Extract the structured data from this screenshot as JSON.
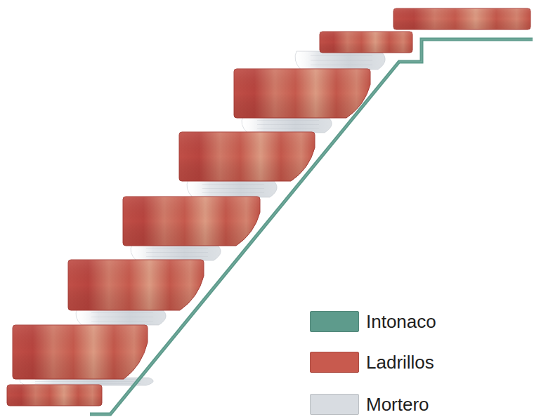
{
  "diagram": {
    "legend": [
      {
        "text": "Intonaco",
        "color": "#5e9b8c"
      },
      {
        "text": "Ladrillos",
        "color": "#c85a4e"
      },
      {
        "text": "Mortero",
        "color": "#d8dce1"
      }
    ]
  }
}
